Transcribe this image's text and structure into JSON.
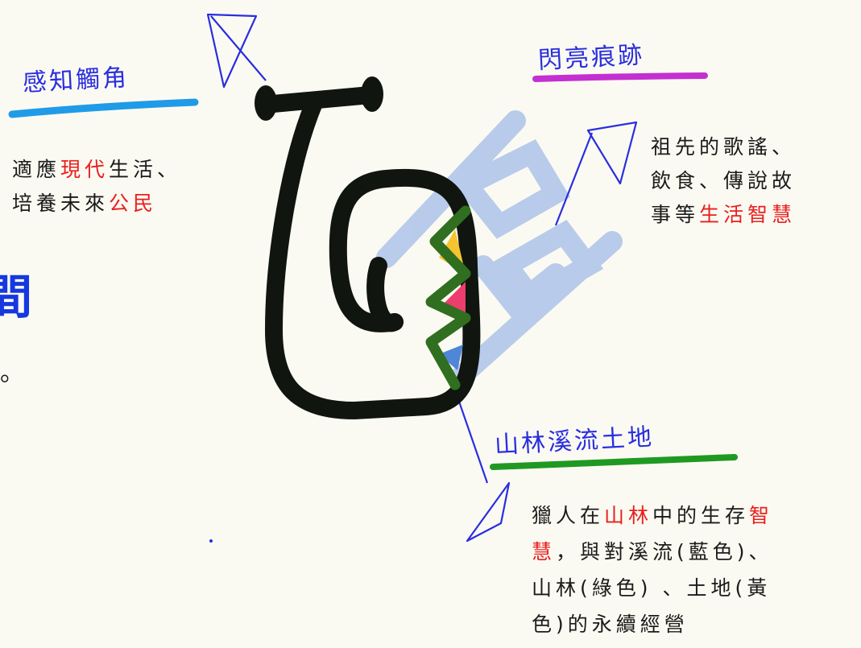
{
  "labels": {
    "perception": "感知觸角",
    "highlight": "閃亮痕跡",
    "forest": "山林溪流土地"
  },
  "left_text": {
    "line1_a": "適應",
    "line1_b": "現代",
    "line1_c": "生活、",
    "line2_a": "培養未來",
    "line2_b": "公民"
  },
  "big_title_fragment": "間",
  "left_fragment": "。",
  "right_text": {
    "line1": "祖先的歌謠、",
    "line2": "飲食、傳說故",
    "line3_a": "事等",
    "line3_b": "生活智慧"
  },
  "bottom_text": {
    "line1_a": "獵人在",
    "line1_b": "山林",
    "line1_c": "中的生存",
    "line1_d": "智",
    "line2_a": "慧",
    "line2_b": "，與對溪流(藍色)、",
    "line3": "山林(綠色) 、土地(黃",
    "line4": "色)的永續經營"
  },
  "colors": {
    "background": "#fbfaf2",
    "perception_underline": "#1f9be8",
    "highlight_underline": "#c42fd2",
    "forest_underline": "#1f9922",
    "emphasis": "#e8201e",
    "title_blue": "#1538e0",
    "symbol_black": "#101510",
    "zigzag_green": "#2f6f1f",
    "fill_yellow": "#f5c431",
    "fill_pink": "#ec3e6c",
    "fill_blue": "#4f86d8",
    "pointer_blue": "#2a2ee0",
    "ghost_symbol": "#aec3ea"
  }
}
